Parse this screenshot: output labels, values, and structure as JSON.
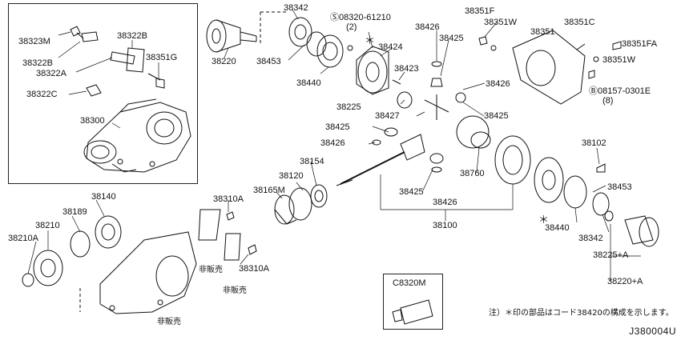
{
  "diagram_code": "J380004U",
  "note": "注）＊印の部品はコード38420の構成を示します。",
  "markers": {
    "star": "＊"
  },
  "labels": {
    "l38323M": "38323M",
    "l38322B_a": "38322B",
    "l38322B_b": "38322B",
    "l38322A": "38322A",
    "l38351G": "38351G",
    "l38322C": "38322C",
    "l38300": "38300",
    "l38342_top": "38342",
    "l38220": "38220",
    "l38453_top": "38453",
    "l38440_top": "38440",
    "l08320": "Ⓢ08320-61210",
    "l08320q": "(2)",
    "l38424": "38424",
    "l38423": "38423",
    "l38225": "38225",
    "l38426_a": "38426",
    "l38425_a": "38425",
    "l38351F": "38351F",
    "l38351W_a": "38351W",
    "l38351": "38351",
    "l38351C": "38351C",
    "l38351FA": "38351FA",
    "l38351W_b": "38351W",
    "l08157": "Ⓑ08157-0301E",
    "l08157q": "(8)",
    "l38426_b": "38426",
    "l38425_b": "38425",
    "l38427": "38427",
    "l38425_c": "38425",
    "l38426_c": "38426",
    "l38760": "38760",
    "l38102": "38102",
    "l38154": "38154",
    "l38120": "38120",
    "l38165M": "38165M",
    "l38425_d": "38425",
    "l38426_d": "38426",
    "l38100": "38100",
    "l38453_b": "38453",
    "l38440_b": "38440",
    "l38342_b": "38342",
    "l38225A": "38225+A",
    "l38220A": "38220+A",
    "l38140": "38140",
    "l38189": "38189",
    "l38210": "38210",
    "l38210A": "38210A",
    "l38310A_a": "38310A",
    "l38310A_b": "38310A",
    "nfs_a": "非販売",
    "nfs_b": "非販売",
    "nfs_c": "非販売",
    "lC8320M": "C8320M"
  }
}
